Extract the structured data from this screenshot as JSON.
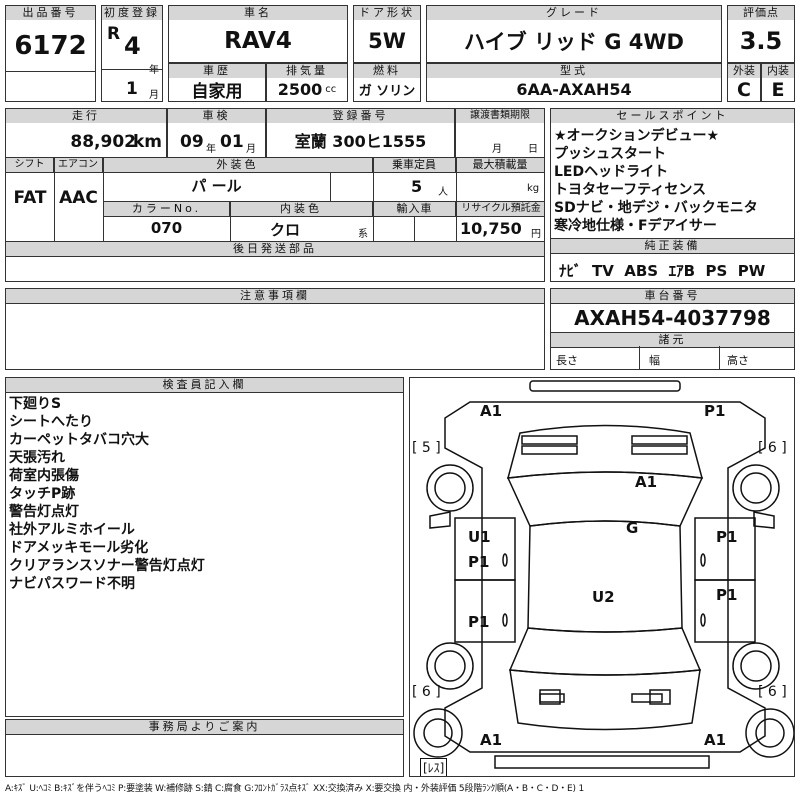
{
  "header": {
    "lot_label": "出品番号",
    "lot": "6172",
    "first_reg_label": "初度登録",
    "era": "R",
    "year": "4",
    "year_unit": "年",
    "month": "1",
    "month_unit": "月",
    "name_label": "車名",
    "name": "RAV4",
    "door_label": "ドア形状",
    "door": "5W",
    "grade_label": "グレード",
    "grade": "ハイブ リッド G 4WD",
    "score_label": "評価点",
    "score": "3.5",
    "history_label": "車歴",
    "history": "自家用",
    "disp_label": "排気量",
    "disp": "2500",
    "disp_unit": "cc",
    "fuel_label": "燃料",
    "fuel": "ガ ソリン",
    "model_label": "型式",
    "model": "6AA-AXAH54",
    "ext_label": "外装",
    "ext": "C",
    "int_label": "内装",
    "int": "E"
  },
  "spec": {
    "mileage_label": "走行",
    "mileage": "88,902",
    "mileage_unit": "km",
    "inspect_label": "車検",
    "inspect_year": "09",
    "inspect_year_unit": "年",
    "inspect_month": "01",
    "inspect_month_unit": "月",
    "plate_label": "登録番号",
    "plate": "室蘭 300ヒ1555",
    "transfer_label": "譲渡書類期限",
    "transfer_month_unit": "月",
    "transfer_day_unit": "日",
    "shift_label": "シフト",
    "shift": "FAT",
    "ac_label": "エアコン",
    "ac": "AAC",
    "color_label": "外装色",
    "color": "パ ール",
    "seat_label": "乗車定員",
    "seat": "5",
    "seat_unit": "人",
    "load_label": "最大積載量",
    "load_unit": "kg",
    "color_no_label": "カラーNo.",
    "color_no": "070",
    "int_color_label": "内装色",
    "int_color": "クロ",
    "int_color_unit": "系",
    "import_label": "輸入車",
    "recycle_label": "リサイクル預託金",
    "recycle": "10,750",
    "recycle_unit": "円",
    "later_label": "後日発送部品"
  },
  "sales": {
    "label": "セールスポイント",
    "items": [
      "★オークションデビュー★",
      "プッシュスタート",
      "LEDヘッドライト",
      "トヨタセーフティセンス",
      "SDナビ・地デジ・バックモニタ",
      "寒冷地仕様・Fデアイサー"
    ]
  },
  "equip": {
    "label": "純正装備",
    "items": [
      "ﾅﾋﾞ",
      "TV",
      "ABS",
      "ｴｱB",
      "PS",
      "PW"
    ]
  },
  "notes": {
    "label": "注意事項欄"
  },
  "chassis": {
    "label": "車台番号",
    "value": "AXAH54-4037798",
    "dims_label": "諸元",
    "length_label": "長さ",
    "width_label": "幅",
    "height_label": "高さ"
  },
  "inspector": {
    "label": "検査員記入欄",
    "items": [
      "下廻りS",
      "シートへたり",
      "カーペットタバコ穴大",
      "天張汚れ",
      "荷室内張傷",
      "タッチP跡",
      "警告灯点灯",
      "社外アルミホイール",
      "ドアメッキモール劣化",
      "クリアランスソナー警告灯点灯",
      "ナビパスワード不明"
    ]
  },
  "office": {
    "label": "事務局よりご案内"
  },
  "diagram": {
    "labels": {
      "a1_tl": "A1",
      "p1_tr": "P1",
      "a1_hood": "A1",
      "g": "G",
      "u1": "U1",
      "p1_fl": "P1",
      "p1_fr": "P1",
      "u2": "U2",
      "p1_rl": "P1",
      "p1_rr": "P1",
      "a1_bl": "A1",
      "a1_br": "A1"
    },
    "tires": {
      "fl": "[ 5 ]",
      "fr": "[ 6 ]",
      "rl": "[ 6 ]",
      "rr": "[ 6 ]"
    },
    "spare": "[ﾚｽ]"
  },
  "legend": "A:ｷｽﾞ U:ﾍｺﾐ B:ｷｽﾞを伴うﾍｺﾐ P:要塗装 W:補修跡 S:錆 C:腐食 G:ﾌﾛﾝﾄｶﾞﾗｽ点ｷｽﾞ XX:交換済み X:要交換 内・外装評価 5段階ﾗﾝｸ順(A・B・C・D・E) 1"
}
